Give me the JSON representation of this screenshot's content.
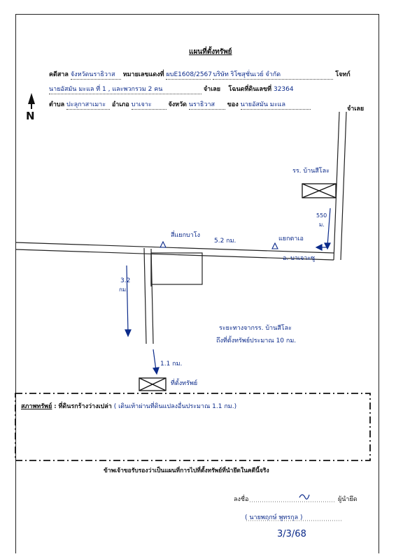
{
  "document": {
    "title": "แผนที่ตั้งทรัพย์",
    "case_label": "คดีสาล",
    "court": "จังหวัดนราธิวาส",
    "case_no_label": "หมายเลขแดงที่",
    "case_no": "ผบE1608/2567",
    "plaintiff": "บริษัท ริโซสุชั่นเวย์ จำกัด",
    "plaintiff_suffix": "โจทก์",
    "defendant": "นายอัสมัน มะแล ที่ 1 , และพวกรวม 2 คน",
    "defendant_suffix": "จำเลย",
    "deed_label": "โฉนดที่ดินเลขที่",
    "deed_no": "32364",
    "subdistrict_label": "ตำบล",
    "subdistrict": "ปะลุกาสาเมาะ",
    "district_label": "อำเภอ",
    "district": "บาเจาะ",
    "province_label": "จังหวัด",
    "province": "นราธิวาส",
    "owner_label": "ของ",
    "owner": "นายอัสมัน มะแล",
    "owner_suffix": "จำเลย",
    "north": "N"
  },
  "map": {
    "school_label": "รร. บ้านสีโละ",
    "distance_school": "550",
    "distance_school_unit": "ม.",
    "village_left": "สี่แยกบาโง",
    "road_distance": "5.2 กม.",
    "village_right": "แยกตาเอ",
    "village_right2": "อ. บาเจาะซู",
    "distance_left": "3.2",
    "distance_left_unit": "กม.",
    "note_line1": "ระยะทางจากรร. บ้านสีโละ",
    "note_line2": "ถึงที่ตั้งทรัพย์ประมาณ 10 กม.",
    "distance_down": "1.1 กม.",
    "property_label": "ที่ตั้งทรัพย์"
  },
  "condition": {
    "label": "สภาพทรัพย์",
    "colon": ":",
    "text_print": "ที่ดินรกร้างว่างเปล่า",
    "text_hand": "( เดินเท้าผ่านที่ดินแปลงอื่นประมาณ 1.1 กม.)"
  },
  "certify": "ข้าพเจ้าขอรับรองว่าเป็นแผนที่การไปที่ตั้งทรัพย์ที่นำยึดในคดีนี้จริง",
  "signature": {
    "sign_label": "ลงชื่อ",
    "sign_suffix": "ผู้นำยึด",
    "signed_name": "( นายพฤกษ์ พูทรกุล )",
    "date": "3/3/68"
  }
}
